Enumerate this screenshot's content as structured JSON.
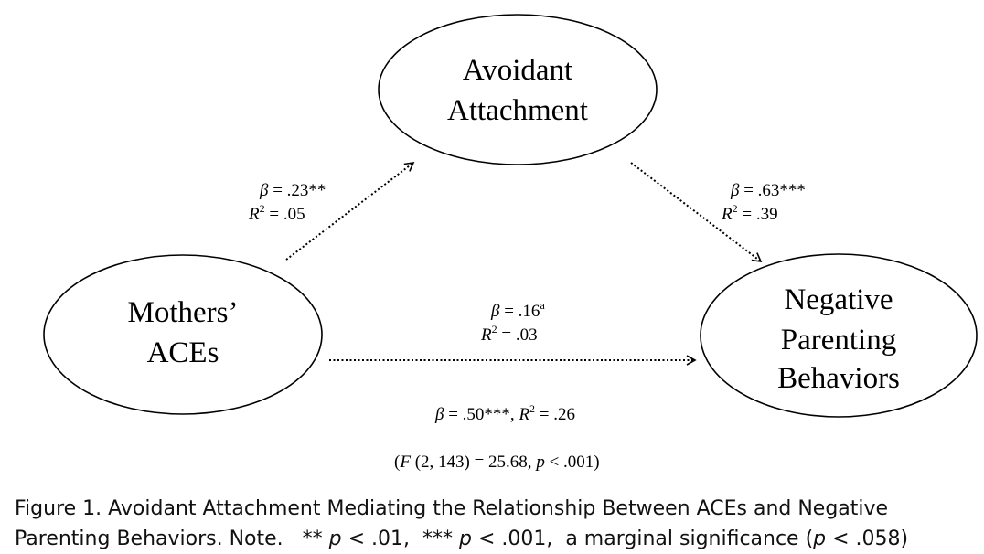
{
  "nodes": {
    "avoidant": {
      "line1": "Avoidant",
      "line2": "Attachment"
    },
    "mothers": {
      "line1": "Mothers’",
      "line2": "ACEs"
    },
    "negative": {
      "line1": "Negative",
      "line2": "Parenting",
      "line3": "Behaviors"
    }
  },
  "paths": {
    "a": {
      "beta_sym": "β",
      "beta_val": " = .23**",
      "r_sym": "R",
      "r_sup": "2",
      "r_val": " = .05"
    },
    "b": {
      "beta_sym": "β",
      "beta_val": " = .63***",
      "r_sym": "R",
      "r_sup": "2",
      "r_val": " = .39"
    },
    "c_prime": {
      "beta_sym": "β",
      "beta_val": " = .16",
      "beta_sup": "a",
      "r_sym": "R",
      "r_sup": "2",
      "r_val": " = .03"
    },
    "total": {
      "beta_sym": "β",
      "beta_val": " = .50***, ",
      "r_sym": "R",
      "r_sup": "2",
      "r_val": " = .26"
    },
    "model": {
      "open": "(",
      "f_sym": "F",
      "f_val": " (2, 143) = 25.68, ",
      "p_sym": "p",
      "p_val": " < .001)"
    }
  },
  "caption": {
    "line1": "Figure 1. Avoidant Attachment Mediating the Relationship Between ACEs and Negative",
    "line2_a": "Parenting Behaviors. Note.   ** ",
    "p1": "p",
    "line2_b": " < .01,  *** ",
    "p2": "p",
    "line2_c": " < .001,  a marginal significance (",
    "p3": "p",
    "line2_d": " < .058)"
  }
}
